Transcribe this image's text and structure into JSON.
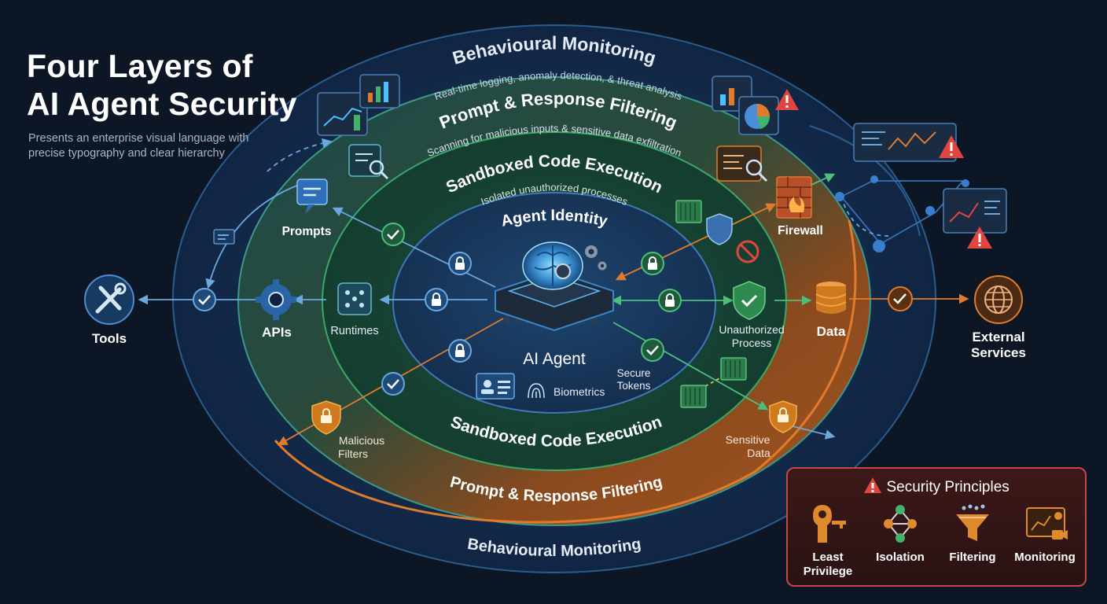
{
  "title_line1": "Four Layers of",
  "title_line2": "AI Agent Security",
  "subtitle": "Presents an enterprise visual language with precise typography and clear hierarchy",
  "layers": {
    "outer_top": "Behavioural Monitoring",
    "outer_top_sub": "Real-time logging, anomaly detection, & threat analysis",
    "outer_bottom": "Behavioural Monitoring",
    "filter_top": "Prompt & Response Filtering",
    "filter_top_sub": "Scanning for malicious inputs & sensitive data exfiltration",
    "filter_bottom": "Prompt & Response Filtering",
    "sandbox_top": "Sandboxed Code Execution",
    "sandbox_top_sub": "Isolated unauthorized processes",
    "sandbox_bottom": "Sandboxed Code Execution",
    "identity": "Agent Identity"
  },
  "center": {
    "label": "AI Agent",
    "biometrics": "Biometrics",
    "tokens_line1": "Secure",
    "tokens_line2": "Tokens"
  },
  "nodes": {
    "tools": "Tools",
    "apis": "APIs",
    "runtimes": "Runtimes",
    "prompts": "Prompts",
    "firewall": "Firewall",
    "data": "Data",
    "unauth_line1": "Unauthorized",
    "unauth_line2": "Process",
    "external_line1": "External",
    "external_line2": "Services",
    "malicious_line1": "Malicious",
    "malicious_line2": "Filters",
    "sensitive_line1": "Sensitive",
    "sensitive_line2": "Data"
  },
  "principles": {
    "title": "Security Principles",
    "items": [
      {
        "line1": "Least",
        "line2": "Privilege"
      },
      {
        "line1": "Isolation",
        "line2": ""
      },
      {
        "line1": "Filtering",
        "line2": ""
      },
      {
        "line1": "Monitoring",
        "line2": ""
      }
    ]
  },
  "colors": {
    "background": "#0c1624",
    "outer_ring": "#14294a",
    "filter_ring": "#b45a22",
    "sandbox_ring": "#1f5b3a",
    "identity_core": "#15304f",
    "check_badge": "#2a6fb0",
    "accent_orange": "#e07b2e",
    "accent_green": "#41b36a",
    "accent_red": "#d9453f"
  }
}
